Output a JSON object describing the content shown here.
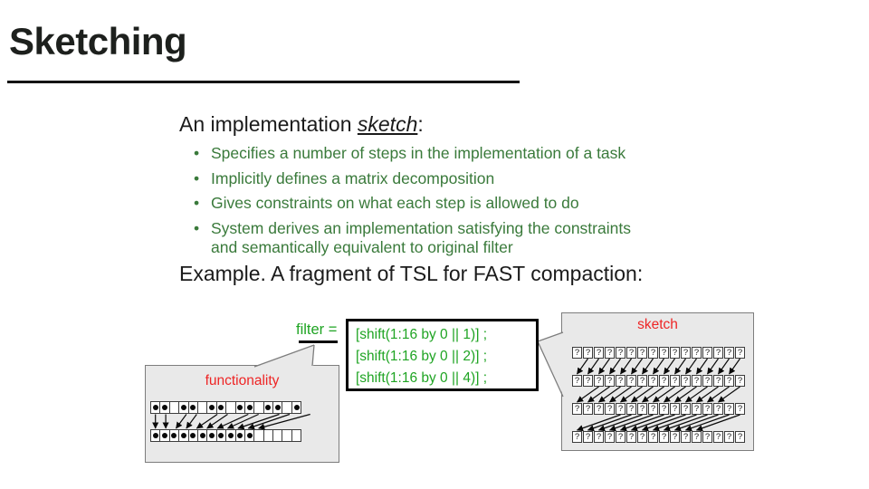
{
  "slide": {
    "title": "Sketching",
    "heading": {
      "prefix": "An implementation ",
      "emphasis": "sketch",
      "suffix": ":"
    },
    "bullets": [
      "Specifies a number of steps in the implementation of a task",
      "Implicitly defines a matrix decomposition",
      "Gives constraints on what each step is allowed to do",
      "System derives an implementation satisfying the constraints\nand semantically equivalent to original filter"
    ],
    "example_line": "Example. A fragment of TSL for FAST compaction:"
  },
  "diagram": {
    "filter_label": "filter =",
    "code_lines": [
      "[shift(1:16 by 0 || 1)] ;",
      "[shift(1:16 by 0 || 2)] ;",
      "[shift(1:16 by 0 || 4)] ;"
    ],
    "functionality": {
      "label": "functionality",
      "cols": 16,
      "input_row": [
        1,
        1,
        0,
        1,
        1,
        0,
        1,
        1,
        0,
        1,
        1,
        0,
        1,
        1,
        0,
        1
      ],
      "output_row": [
        1,
        1,
        1,
        1,
        1,
        1,
        1,
        1,
        1,
        1,
        1,
        0,
        0,
        0,
        0,
        0
      ],
      "arrows": [
        [
          0,
          0
        ],
        [
          1,
          1
        ],
        [
          3,
          2
        ],
        [
          4,
          3
        ],
        [
          6,
          4
        ],
        [
          7,
          5
        ],
        [
          9,
          6
        ],
        [
          10,
          7
        ],
        [
          12,
          8
        ],
        [
          13,
          9
        ],
        [
          15,
          10
        ]
      ]
    },
    "sketch": {
      "label": "sketch",
      "rows": 4,
      "cols": 16,
      "cell_char": "?",
      "shifts": [
        1,
        2,
        4
      ]
    }
  },
  "colors": {
    "ink": "#1d201d",
    "body_green": "#3a7a3b",
    "code_green": "#1fa423",
    "label_red": "#ee2525",
    "box_gray": "#e9e9e9",
    "box_border": "#7d7d7d"
  }
}
